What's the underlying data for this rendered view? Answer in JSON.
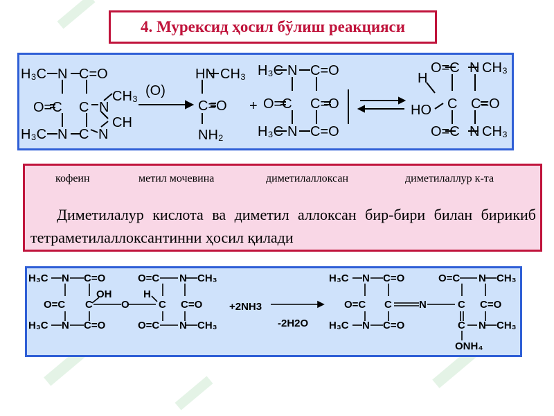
{
  "title": "4. Мурексид ҳосил бўлиш реакцияси",
  "compound_names": [
    "кофеин",
    "метил мочевина",
    "диметилаллоксан",
    "диметилаллур к-та"
  ],
  "description": "Диметилалур кислота  ва диметил аллоксан бир-бири билан бирикиб тетраметилаллоксантинни ҳосил қилади",
  "reaction1": {
    "oxidant": "(O)",
    "plus": "+"
  },
  "reaction2": {
    "reagent": "+2NH3",
    "byproduct": "-2H2O"
  },
  "colors": {
    "accent_red": "#c0143c",
    "accent_blue": "#2f5fd6",
    "panel_blue": "#cfe2fb",
    "panel_pink": "#f9d7e6"
  }
}
